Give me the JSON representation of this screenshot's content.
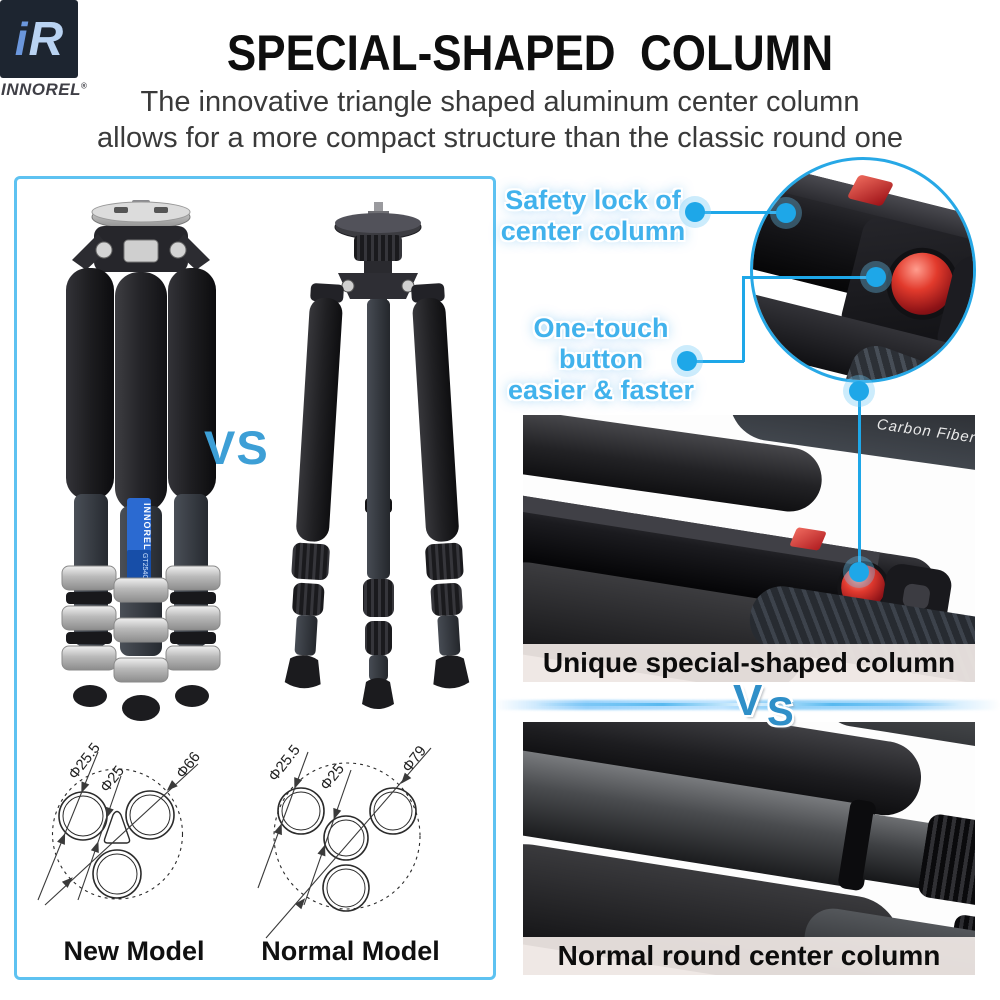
{
  "logo": {
    "monogram_i": "i",
    "monogram_r": "R",
    "name": "INNOREL",
    "registered": "®"
  },
  "header": {
    "title": "SPECIAL-SHAPED  COLUMN",
    "subtitle_line1": "The innovative triangle shaped aluminum center column",
    "subtitle_line2": "allows for a more compact structure than the classic round one"
  },
  "left_panel": {
    "vs_label": "VS",
    "tripod_sticker_brand": "INNOREL",
    "tripod_sticker_model": "GT254C",
    "new_model": {
      "caption": "New Model",
      "dim_leg": "Φ25.5",
      "dim_column": "Φ25",
      "dim_outer": "Φ66"
    },
    "normal_model": {
      "caption": "Normal Model",
      "dim_leg": "Φ25.5",
      "dim_column": "Φ25",
      "dim_outer": "Φ79"
    }
  },
  "callouts": {
    "safety_lock_line1": "Safety lock of",
    "safety_lock_line2": "center column",
    "one_touch_line1": "One-touch",
    "one_touch_line2": "button",
    "one_touch_line3": "easier & faster"
  },
  "right_column": {
    "photo_special_caption": "Unique special-shaped column",
    "photo_special_watermark": "Carbon Fiber Tripod",
    "vs_v": "V",
    "vs_s": "S",
    "photo_round_caption": "Normal round center column"
  },
  "colors": {
    "accent_blue": "#1ea7e8",
    "callout_text_blue": "#41b2ec",
    "panel_border_blue": "#5ec2f1",
    "vs_blue": "#3d9fd6",
    "button_red": "#c42128",
    "title_black": "#0e0e0e",
    "subtitle_gray": "#3a3a3a",
    "logo_bg": "#1d2530"
  }
}
